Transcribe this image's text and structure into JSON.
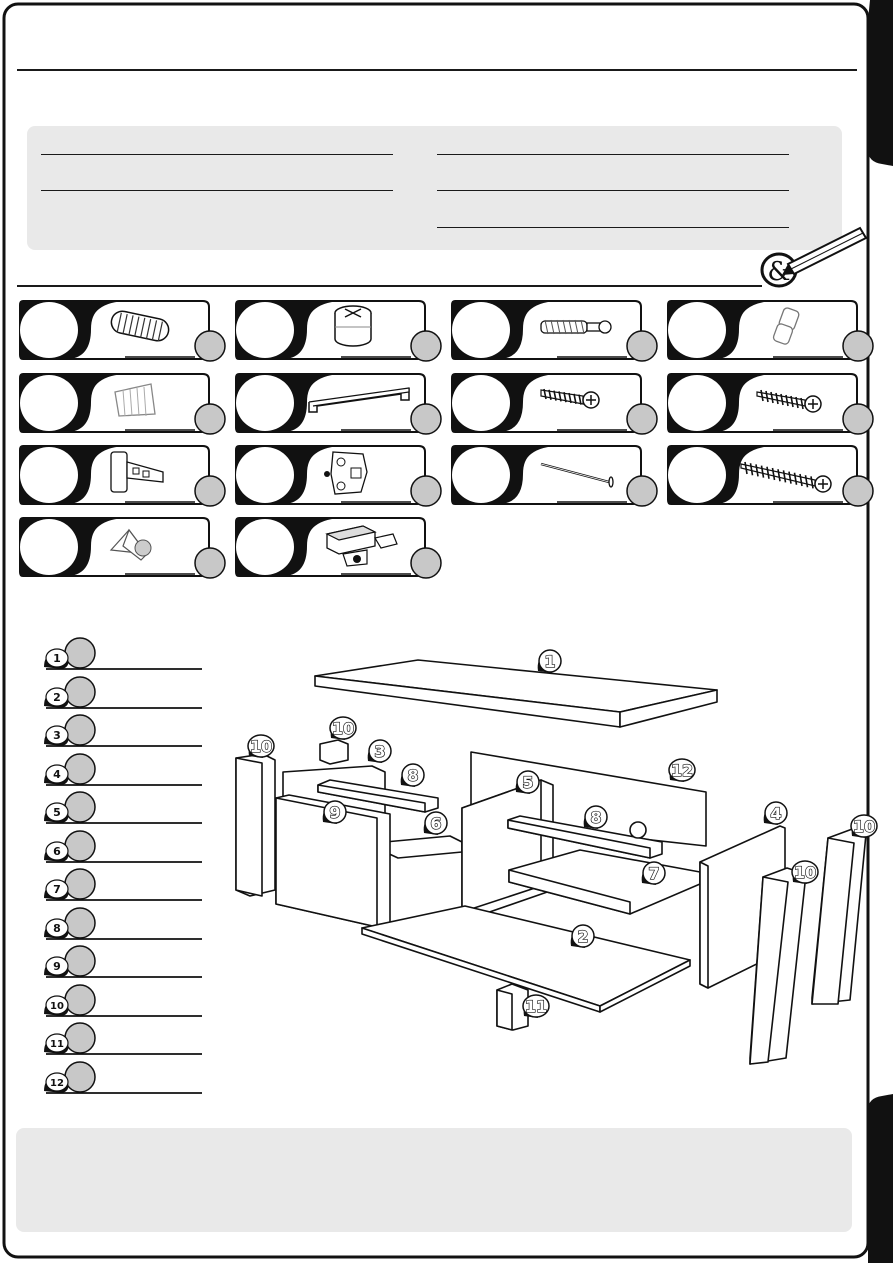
{
  "hardware": [
    {
      "icon": "dowel-icon"
    },
    {
      "icon": "cam-lock-icon"
    },
    {
      "icon": "cam-bolt-icon"
    },
    {
      "icon": "shelf-pin-icon"
    },
    {
      "icon": "furniture-glide-icon"
    },
    {
      "icon": "handle-icon"
    },
    {
      "icon": "short-screw-icon"
    },
    {
      "icon": "wood-screw-icon"
    },
    {
      "icon": "hinge-icon"
    },
    {
      "icon": "mounting-plate-icon"
    },
    {
      "icon": "nail-icon"
    },
    {
      "icon": "long-screw-icon"
    },
    {
      "icon": "corner-bracket-icon"
    },
    {
      "icon": "push-latch-icon"
    }
  ],
  "parts_list": [
    "1",
    "2",
    "3",
    "4",
    "5",
    "6",
    "7",
    "8",
    "9",
    "10",
    "11",
    "12"
  ],
  "diagram_labels": [
    {
      "id": "label-top-panel",
      "text": "1"
    },
    {
      "id": "label-bottom-panel",
      "text": "2"
    },
    {
      "id": "label-left-side",
      "text": "3"
    },
    {
      "id": "label-right-side",
      "text": "4"
    },
    {
      "id": "label-middle-divider",
      "text": "5"
    },
    {
      "id": "label-left-shelf",
      "text": "6"
    },
    {
      "id": "label-right-shelf",
      "text": "7"
    },
    {
      "id": "label-rail-left",
      "text": "8"
    },
    {
      "id": "label-rail-right",
      "text": "8"
    },
    {
      "id": "label-door",
      "text": "9"
    },
    {
      "id": "label-leg-front-left",
      "text": "10"
    },
    {
      "id": "label-leg-back-left",
      "text": "10"
    },
    {
      "id": "label-leg-front-right",
      "text": "10"
    },
    {
      "id": "label-leg-back-right",
      "text": "10"
    },
    {
      "id": "label-center-foot",
      "text": "11"
    },
    {
      "id": "label-back-panel",
      "text": "12"
    }
  ],
  "pencil_symbol": "&",
  "colors": {
    "ink": "#1a1a1a",
    "panel": "#e9e9e9",
    "badge": "#c8c8c8"
  }
}
